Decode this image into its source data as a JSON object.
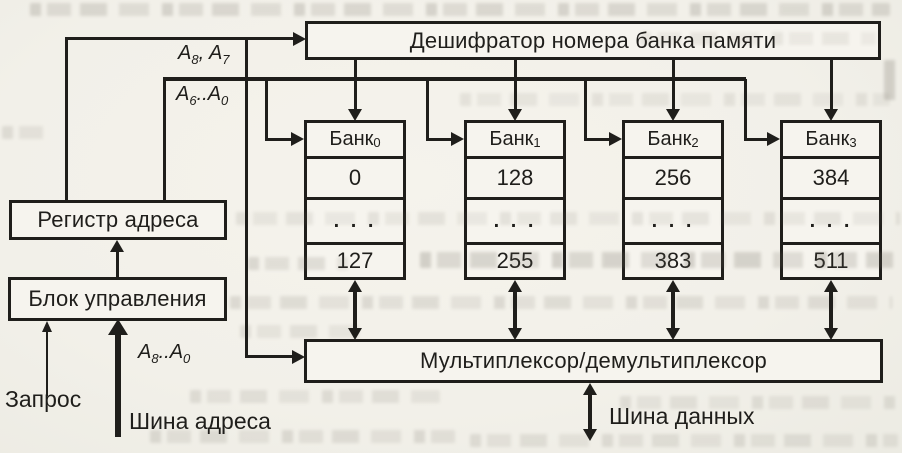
{
  "page": {
    "ink": "#1f1e1b",
    "paper": "#f2f0e9"
  },
  "diagram": {
    "decoder_label": "Дешифратор номера банка памяти",
    "register_label": "Регистр адреса",
    "control_label": "Блок управления",
    "mux_label": "Мультиплексор/демультиплексор",
    "banks": [
      {
        "label": "Банк",
        "index": "0",
        "first": "0",
        "ellipsis": ". . .",
        "last": "127"
      },
      {
        "label": "Банк",
        "index": "1",
        "first": "128",
        "ellipsis": ". . .",
        "last": "255"
      },
      {
        "label": "Банк",
        "index": "2",
        "first": "256",
        "ellipsis": ". . .",
        "last": "383"
      },
      {
        "label": "Банк",
        "index": "3",
        "first": "384",
        "ellipsis": ". . .",
        "last": "511"
      }
    ],
    "signals": {
      "a8_a7": {
        "base": "A",
        "sub1": "8",
        "mid": ", A",
        "sub2": "7"
      },
      "a6_a0": {
        "base": "A",
        "sub1": "6",
        "mid": "..A",
        "sub2": "0"
      },
      "a8_a0": {
        "base": "A",
        "sub1": "8",
        "mid": "..A",
        "sub2": "0"
      }
    },
    "labels": {
      "request": "Запрос",
      "address_bus": "Шина адреса",
      "data_bus": "Шина данных"
    }
  }
}
